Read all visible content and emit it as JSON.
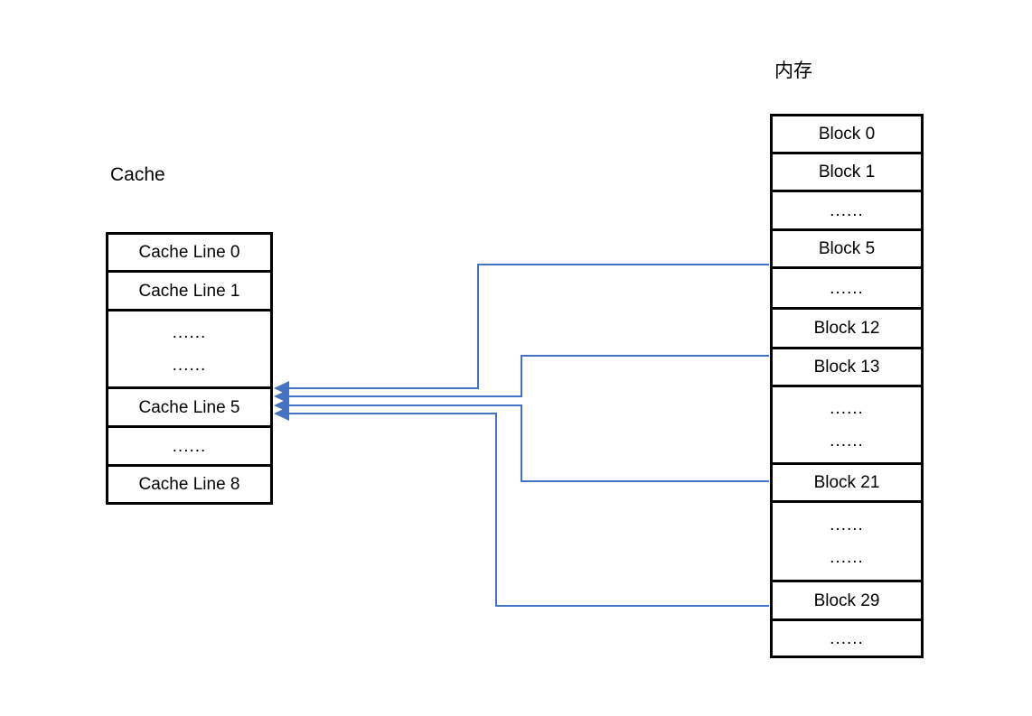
{
  "diagram": {
    "kind": "cache-memory-mapping-diagram",
    "background_color": "#ffffff",
    "line_color": "#000000",
    "connector_color": "#4472c4"
  },
  "cache": {
    "title": "Cache",
    "rows": [
      {
        "label": "Cache Line 0",
        "type": "labeled"
      },
      {
        "label": "Cache Line 1",
        "type": "labeled"
      },
      {
        "label": "......",
        "label2": "......",
        "type": "ellipsis-double"
      },
      {
        "label": "Cache Line 5",
        "type": "labeled",
        "target": true
      },
      {
        "label": "......",
        "type": "ellipsis"
      },
      {
        "label": "Cache Line 8",
        "type": "labeled"
      }
    ]
  },
  "memory": {
    "title": "内存",
    "rows": [
      {
        "label": "Block 0",
        "type": "labeled"
      },
      {
        "label": "Block 1",
        "type": "labeled"
      },
      {
        "label": "......",
        "type": "ellipsis"
      },
      {
        "label": "Block 5",
        "type": "labeled",
        "source": true
      },
      {
        "label": "......",
        "type": "ellipsis"
      },
      {
        "label": "Block 12",
        "type": "labeled"
      },
      {
        "label": "Block 13",
        "type": "labeled",
        "source": true
      },
      {
        "label": "......",
        "label2": "......",
        "type": "ellipsis-double"
      },
      {
        "label": "Block 21",
        "type": "labeled",
        "source": true
      },
      {
        "label": "......",
        "label2": "......",
        "type": "ellipsis-double"
      },
      {
        "label": "Block 29",
        "type": "labeled",
        "source": true
      },
      {
        "label": "......",
        "type": "ellipsis"
      }
    ]
  },
  "connectors": [
    {
      "from": "Block 5",
      "to": "Cache Line 5",
      "color": "#4472c4"
    },
    {
      "from": "Block 13",
      "to": "Cache Line 5",
      "color": "#4472c4"
    },
    {
      "from": "Block 21",
      "to": "Cache Line 5",
      "color": "#4472c4"
    },
    {
      "from": "Block 29",
      "to": "Cache Line 5",
      "color": "#4472c4"
    }
  ]
}
